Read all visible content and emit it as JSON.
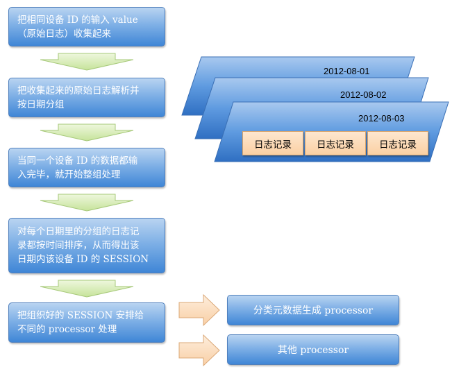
{
  "steps": [
    {
      "lines": [
        "把相同设备 ID 的输入 value",
        "（原始日志）收集起来"
      ]
    },
    {
      "lines": [
        "把收集起来的原始日志解析并",
        "按日期分组"
      ]
    },
    {
      "lines": [
        "当同一个设备 ID 的数据都输",
        "入完毕，就开始整组处理"
      ]
    },
    {
      "lines": [
        "对每个日期里的分组的日志记",
        "录都按时间排序，从而得出该",
        "日期内该设备 ID 的 SESSION"
      ]
    },
    {
      "lines": [
        "把组织好的 SESSION 安排给",
        "不同的 processor 处理"
      ]
    }
  ],
  "dates": [
    "2012-08-01",
    "2012-08-02",
    "2012-08-03"
  ],
  "log_cards": [
    "日志记录",
    "日志记录",
    "日志记录"
  ],
  "processors": [
    "分类元数据生成 processor",
    "其他 processor"
  ],
  "colors": {
    "box_blue": "#3f86d6",
    "box_blue_light": "#b9d4f1",
    "date_panel": "#3d7fcf",
    "arrow_green": "#d6ecae",
    "arrow_orange": "#fbd9b7",
    "log_card": "#fbd0a3"
  }
}
